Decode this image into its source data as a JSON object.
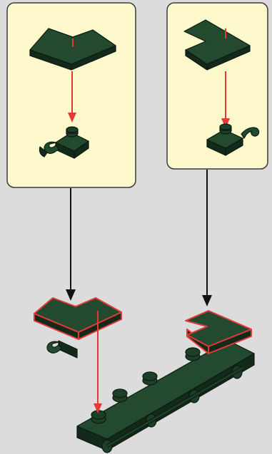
{
  "steps": [
    {
      "id": "left-subassembly",
      "parts": [
        "l-plate-1x2",
        "clip-plate-1x1"
      ]
    },
    {
      "id": "right-subassembly",
      "parts": [
        "l-plate-1x2",
        "clip-plate-1x1"
      ]
    }
  ],
  "final_assembly": {
    "parts": [
      "l-plate-left",
      "l-plate-right",
      "long-plate-with-bars"
    ]
  },
  "colors": {
    "background": "#dcdcdc",
    "callout_fill": "#fdf9cd",
    "piece_top": "#234a2e",
    "piece_side": "#132a1a",
    "highlight": "#e03a3a",
    "arrow_black": "#111111",
    "arrow_red": "#e53935"
  }
}
